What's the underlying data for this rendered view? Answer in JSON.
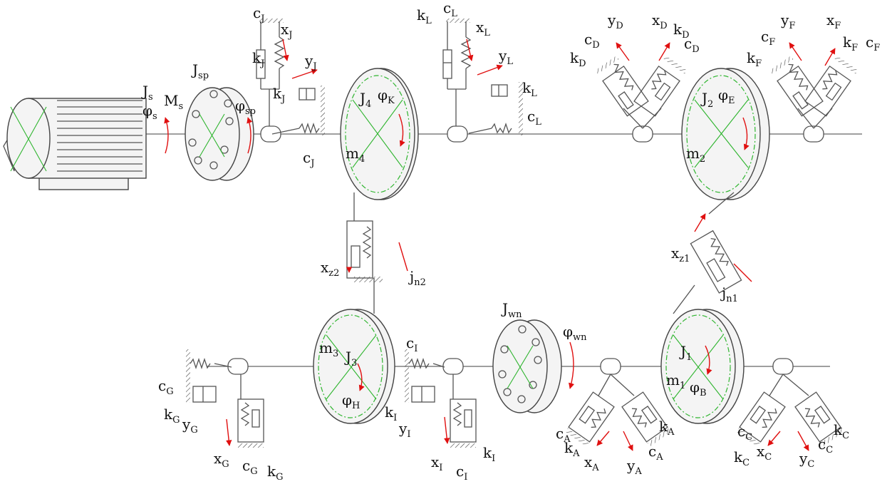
{
  "labels": {
    "motor": {
      "J": "J",
      "J_sub": "s",
      "phi": "φ",
      "phi_sub": "s",
      "M": "M",
      "M_sub": "s"
    },
    "coupling_sp": {
      "J": "J",
      "J_sub": "sp",
      "phi": "φ",
      "phi_sub": "sp"
    },
    "coupling_wn": {
      "J": "J",
      "J_sub": "wn",
      "phi": "φ",
      "phi_sub": "wn"
    },
    "gear4": {
      "J": "J",
      "J_sub": "4",
      "phi": "φ",
      "phi_sub": "K",
      "m": "m",
      "m_sub": "4"
    },
    "gear2": {
      "J": "J",
      "J_sub": "2",
      "phi": "φ",
      "phi_sub": "E",
      "m": "m",
      "m_sub": "2"
    },
    "gear3": {
      "J": "J",
      "J_sub": "3",
      "phi": "φ",
      "phi_sub": "H",
      "m": "m",
      "m_sub": "3"
    },
    "gear1": {
      "J": "J",
      "J_sub": "1",
      "phi": "φ",
      "phi_sub": "B",
      "m": "m",
      "m_sub": "1"
    },
    "bearing_J": {
      "c": "c",
      "k": "k",
      "sub": "J",
      "x": "x",
      "y": "y"
    },
    "bearing_L": {
      "c": "c",
      "k": "k",
      "sub": "L",
      "x": "x",
      "y": "y"
    },
    "bearing_D": {
      "c": "c",
      "k": "k",
      "sub": "D",
      "x": "x",
      "y": "y"
    },
    "bearing_F": {
      "c": "c",
      "k": "k",
      "sub": "F",
      "x": "x",
      "y": "y"
    },
    "bearing_G": {
      "c": "c",
      "k": "k",
      "sub": "G",
      "x": "x",
      "y": "y"
    },
    "bearing_I": {
      "c": "c",
      "k": "k",
      "sub": "I",
      "x": "x",
      "y": "y"
    },
    "bearing_A": {
      "c": "c",
      "k": "k",
      "sub": "A",
      "x": "x",
      "y": "y"
    },
    "bearing_C": {
      "c": "c",
      "k": "k",
      "sub": "C",
      "x": "x",
      "y": "y"
    },
    "mesh2": {
      "x": "x",
      "x_sub": "z2",
      "j": "j",
      "j_sub": "n2"
    },
    "mesh1": {
      "x": "x",
      "x_sub": "z1",
      "j": "j",
      "j_sub": "n1"
    }
  }
}
